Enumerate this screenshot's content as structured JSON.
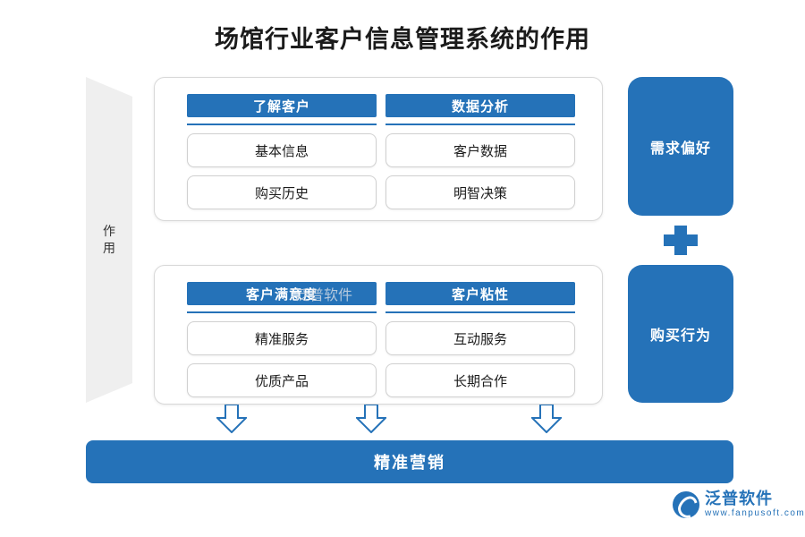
{
  "title": "场馆行业客户信息管理系统的作用",
  "left_band": {
    "label": "作用"
  },
  "groups": [
    {
      "id": "top",
      "columns": [
        {
          "header": "了解客户",
          "items": [
            "基本信息",
            "购买历史"
          ]
        },
        {
          "header": "数据分析",
          "items": [
            "客户数据",
            "明智决策"
          ]
        }
      ]
    },
    {
      "id": "bottom",
      "columns": [
        {
          "header": "客户满意度",
          "items": [
            "精准服务",
            "优质产品"
          ]
        },
        {
          "header": "客户粘性",
          "items": [
            "互动服务",
            "长期合作"
          ]
        }
      ]
    }
  ],
  "right_boxes": [
    {
      "label": "需求偏好"
    },
    {
      "label": "购买行为"
    }
  ],
  "connector": {
    "name": "plus-connector"
  },
  "arrows": [
    {
      "name": "down-arrow-1"
    },
    {
      "name": "down-arrow-2"
    },
    {
      "name": "down-arrow-3"
    }
  ],
  "banner": {
    "label": "精准营销"
  },
  "watermark": {
    "text": "泛普软件"
  },
  "logo": {
    "cn": "泛普软件",
    "en": "www.fanpusoft.com"
  },
  "colors": {
    "accent": "#2572b8",
    "panel_border": "#d8d8d8",
    "band": "#efefef",
    "text": "#1b1b1b"
  }
}
